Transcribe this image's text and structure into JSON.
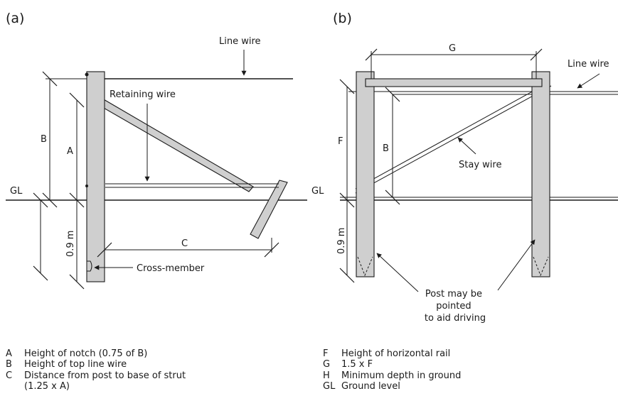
{
  "panel_a": {
    "label": "(a)",
    "line_wire": "Line wire",
    "retaining_wire": "Retaining wire",
    "dim_b": "B",
    "dim_a": "A",
    "gl": "GL",
    "depth": "0.9 m",
    "dim_c": "C",
    "cross_member": "Cross-member"
  },
  "panel_b": {
    "label": "(b)",
    "dim_g": "G",
    "line_wire": "Line wire",
    "dim_f": "F",
    "dim_b": "B",
    "stay_wire": "Stay wire",
    "gl": "GL",
    "depth": "0.9 m",
    "post_note": [
      "Post may be",
      "pointed",
      "to aid driving"
    ]
  },
  "legend_left": [
    {
      "key": "A",
      "desc": "Height of notch (0.75 of B)"
    },
    {
      "key": "B",
      "desc": "Height of top line wire"
    },
    {
      "key": "C",
      "desc": "Distance from post to base of strut"
    },
    {
      "key": "",
      "desc": "(1.25 x A)"
    }
  ],
  "legend_right": [
    {
      "key": "F",
      "desc": "Height of horizontal rail"
    },
    {
      "key": "G",
      "desc": "1.5 x F"
    },
    {
      "key": "H",
      "desc": "Minimum depth in ground"
    },
    {
      "key": "GL",
      "desc": "Ground level"
    }
  ],
  "colors": {
    "post_fill": "#cfcfcf",
    "stroke": "#1a1a1a"
  }
}
